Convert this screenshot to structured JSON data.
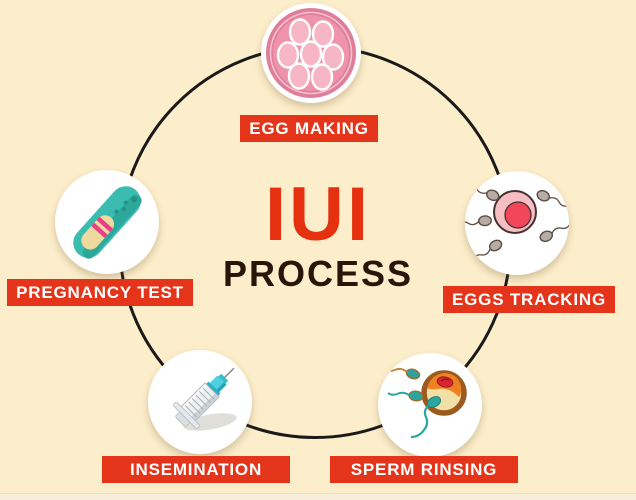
{
  "title": {
    "main": "IUI",
    "sub": "PROCESS"
  },
  "steps": [
    {
      "id": "egg-making",
      "label": "EGG MAKING",
      "icon": "egg-cells-icon",
      "position": "top"
    },
    {
      "id": "eggs-tracking",
      "label": "EGGS TRACKING",
      "icon": "sperm-around-egg-icon",
      "position": "right"
    },
    {
      "id": "sperm-rinsing",
      "label": "SPERM RINSING",
      "icon": "sperm-fertilizing-egg-icon",
      "position": "bottom-right"
    },
    {
      "id": "insemination",
      "label": "INSEMINATION",
      "icon": "syringe-icon",
      "position": "bottom-left"
    },
    {
      "id": "pregnancy-test",
      "label": "PREGNANCY TEST",
      "icon": "pregnancy-test-stick-icon",
      "position": "left"
    }
  ],
  "colors": {
    "background": "#fdeecb",
    "label_background": "#e43419",
    "label_text": "#ffffff",
    "title_main": "#e5310f",
    "title_sub": "#2b140a",
    "circle_line": "#1a1a1a",
    "egg_pink_outer": "#e07d9a",
    "egg_pink_inner": "#ef93ac",
    "teal": "#3bbcb1",
    "red_egg": "#f2475a"
  }
}
